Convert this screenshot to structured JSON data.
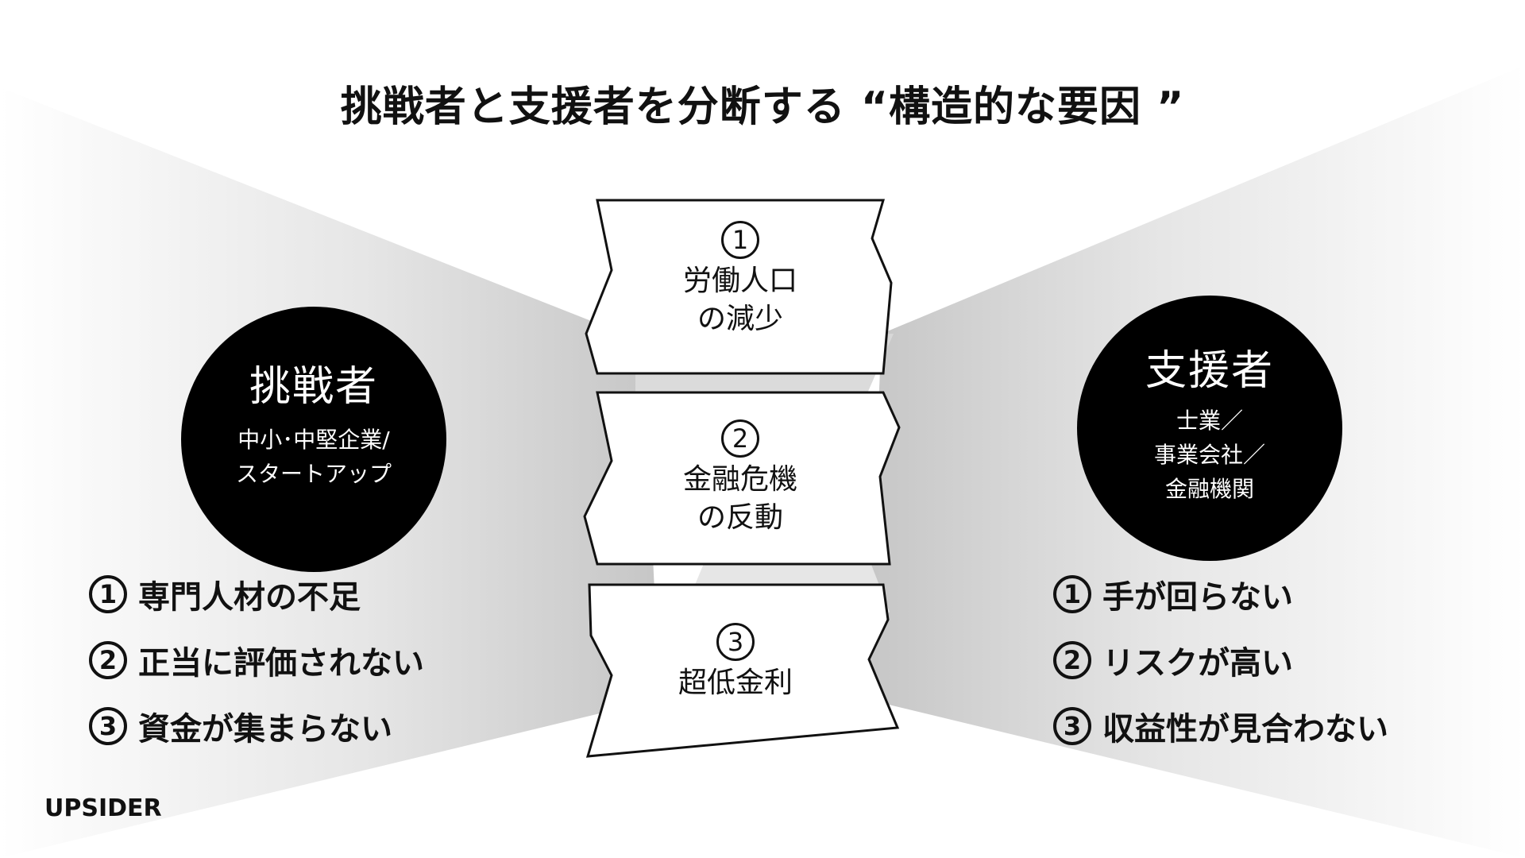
{
  "title": "挑戦者と支援者を分断する “構造的な要因 ”",
  "challenger": {
    "title": "挑戦者",
    "subtitle_lines": [
      "中小･中堅企業/",
      "スタートアップ"
    ],
    "problems": [
      {
        "num": "1",
        "text": "専門人材の不足"
      },
      {
        "num": "2",
        "text": "正当に評価されない"
      },
      {
        "num": "3",
        "text": "資金が集まらない"
      }
    ]
  },
  "supporter": {
    "title": "支援者",
    "subtitle_lines": [
      "士業／",
      "事業会社／",
      "金融機関"
    ],
    "problems": [
      {
        "num": "1",
        "text": "手が回らない"
      },
      {
        "num": "2",
        "text": "リスクが高い"
      },
      {
        "num": "3",
        "text": "収益性が見合わない"
      }
    ]
  },
  "causes": [
    {
      "num": "1",
      "lines": [
        "労働人口",
        "の減少"
      ]
    },
    {
      "num": "2",
      "lines": [
        "金融危機",
        "の反動"
      ]
    },
    {
      "num": "3",
      "lines": [
        "超低金利"
      ]
    }
  ],
  "logo": "UPSIDER",
  "colors": {
    "circle": "#000000",
    "text": "#111111",
    "gradient_dark": "#c8c8c8",
    "gradient_light": "#ffffff"
  }
}
